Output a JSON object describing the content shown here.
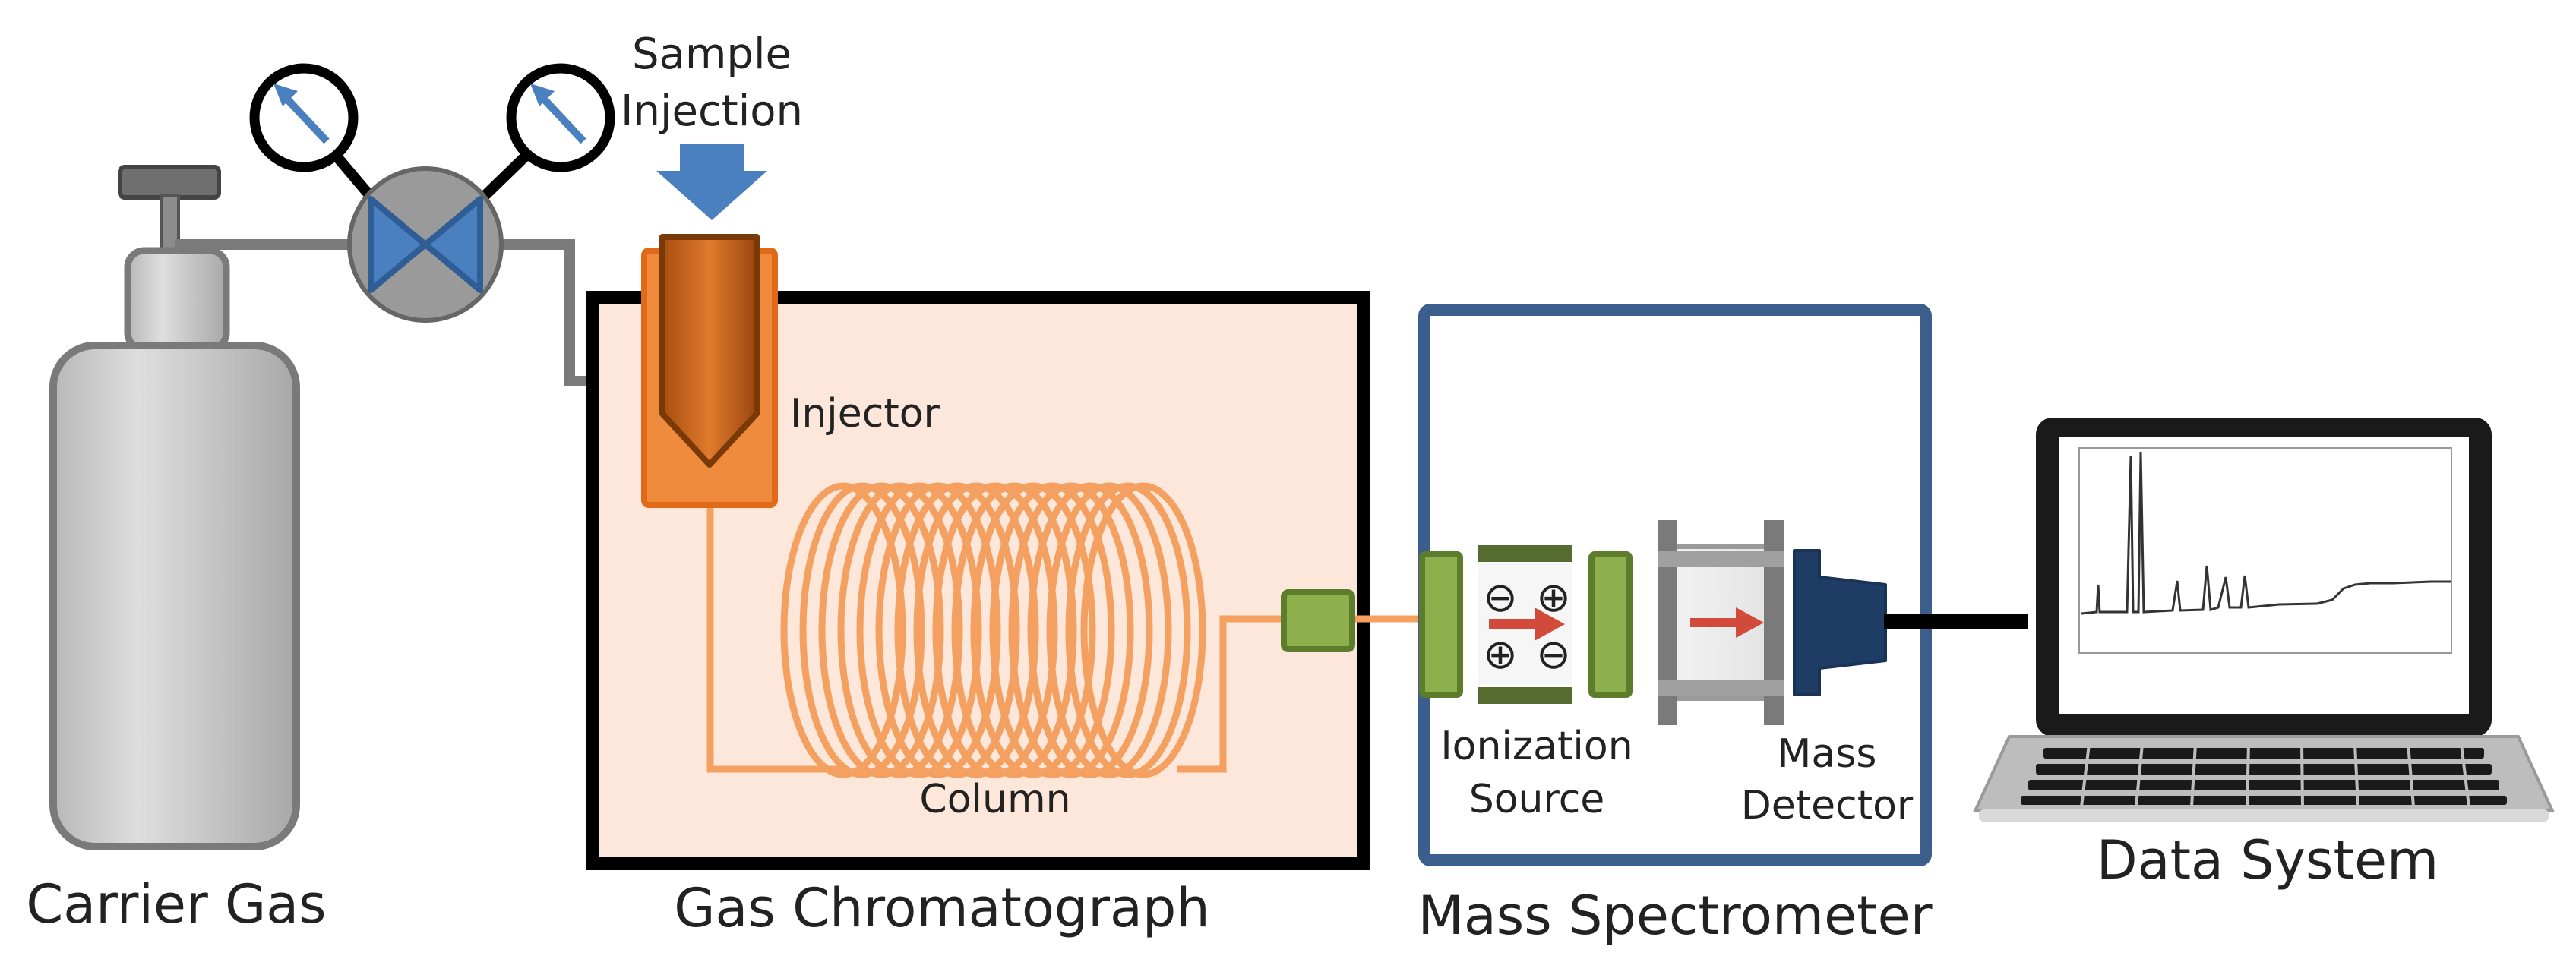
{
  "labels": {
    "carrier_gas": "Carrier Gas",
    "sample_injection_line1": "Sample",
    "sample_injection_line2": "Injection",
    "injector": "Injector",
    "column": "Column",
    "gas_chromatograph": "Gas Chromatograph",
    "ionization_line1": "Ionization",
    "ionization_line2": "Source",
    "mass_detector_line1": "Mass",
    "mass_detector_line2": "Detector",
    "mass_spectrometer": "Mass Spectrometer",
    "data_system": "Data System"
  },
  "symbols": {
    "minus": "⊖",
    "plus": "⊕"
  },
  "colors": {
    "gc_fill": "#fce7da",
    "gc_border": "#000000",
    "ms_border": "#3b5e8c",
    "column": "#f4a060",
    "injector": "#f08a3c",
    "coupling": "#8db04c",
    "ion_plate": "#556b2f",
    "arrow_blue": "#4a7fc0",
    "arrow_red": "#d24b3a",
    "detector": "#1f3d64",
    "laptop": "#1a1a1a",
    "cylinder": "#c9c9c9"
  }
}
